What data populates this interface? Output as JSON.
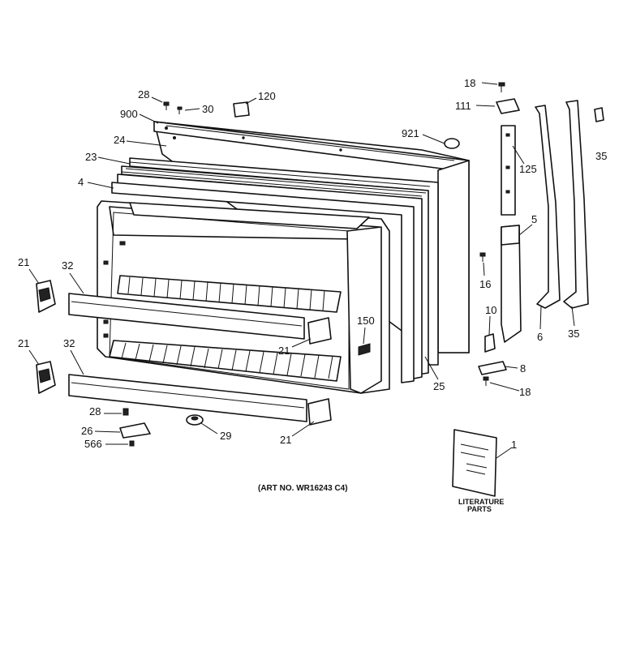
{
  "labels": {
    "p18a": "18",
    "p111": "111",
    "p921": "921",
    "p125": "125",
    "p35a": "35",
    "p28a": "28",
    "p30": "30",
    "p120": "120",
    "p900": "900",
    "p24": "24",
    "p23": "23",
    "p4": "4",
    "p5": "5",
    "p16": "16",
    "p10": "10",
    "p6": "6",
    "p35b": "35",
    "p8": "8",
    "p18b": "18",
    "p21a": "21",
    "p32a": "32",
    "p21b": "21",
    "p32b": "32",
    "p150": "150",
    "p21c": "21",
    "p25": "25",
    "p28b": "28",
    "p26": "26",
    "p566": "566",
    "p29": "29",
    "p21d": "21",
    "p1": "1"
  },
  "caption": "(ART NO. WR16243 C4)",
  "booklet_caption": [
    "LITERATURE",
    "PARTS"
  ]
}
